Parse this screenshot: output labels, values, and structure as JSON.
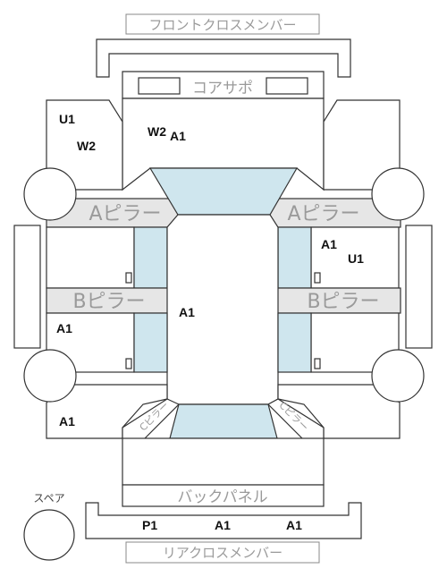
{
  "labels": {
    "front_cross_member": "フロントクロスメンバー",
    "core_support": "コアサポ",
    "a_pillar_left": "Aピラー",
    "a_pillar_right": "Aピラー",
    "b_pillar_left": "Bピラー",
    "b_pillar_right": "Bピラー",
    "back_panel": "バックパネル",
    "rear_cross_member": "リアクロスメンバー",
    "spare": "スペア",
    "c_pillar_left": "Cピラー",
    "c_pillar_right": "Cピラー"
  },
  "codes": {
    "front_left_u1": "U1",
    "front_left_w2": "W2",
    "hood_w2": "W2",
    "hood_a1": "A1",
    "front_right_door_a1": "A1",
    "front_right_door_u1": "U1",
    "roof_a1": "A1",
    "rear_left_door_a1": "A1",
    "rear_left_quarter_a1": "A1",
    "trunk_p1": "P1",
    "trunk_a1_middle": "A1",
    "trunk_a1_right": "A1"
  },
  "colors": {
    "glass": "#cfe6ee",
    "outline": "#333333",
    "label_gray": "#9a9a9a"
  }
}
